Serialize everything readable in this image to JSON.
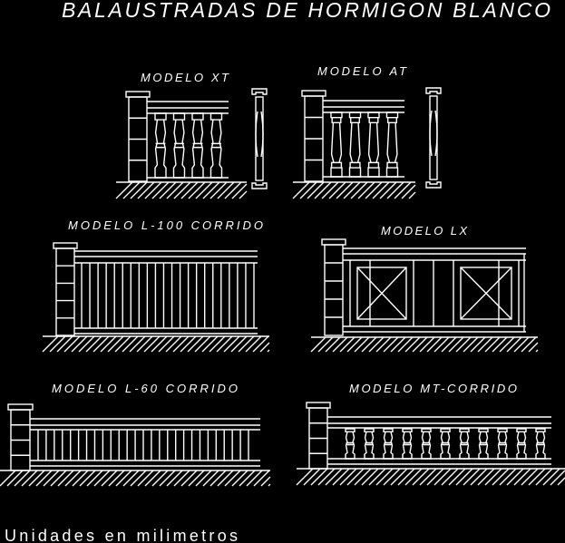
{
  "title": "BALAUSTRADAS DE HORMIGON BLANCO",
  "models": {
    "xt": {
      "label": "MODELO XT",
      "balusters": 4,
      "style": "xt",
      "has_profile": true
    },
    "at": {
      "label": "MODELO AT",
      "balusters": 4,
      "style": "at",
      "has_profile": true
    },
    "l100": {
      "label": "MODELO L-100 CORRIDO",
      "style": "bars",
      "bars": 22
    },
    "lx": {
      "label": "MODELO LX",
      "style": "cross"
    },
    "l60": {
      "label": "MODELO L-60 CORRIDO",
      "style": "bars",
      "bars": 27
    },
    "mt": {
      "label": "MODELO MT-CORRIDO",
      "balusters": 11,
      "style": "mini"
    }
  },
  "footer": "Unidades en milimetros",
  "colors": {
    "background": "#000000",
    "line": "#ffffff"
  }
}
